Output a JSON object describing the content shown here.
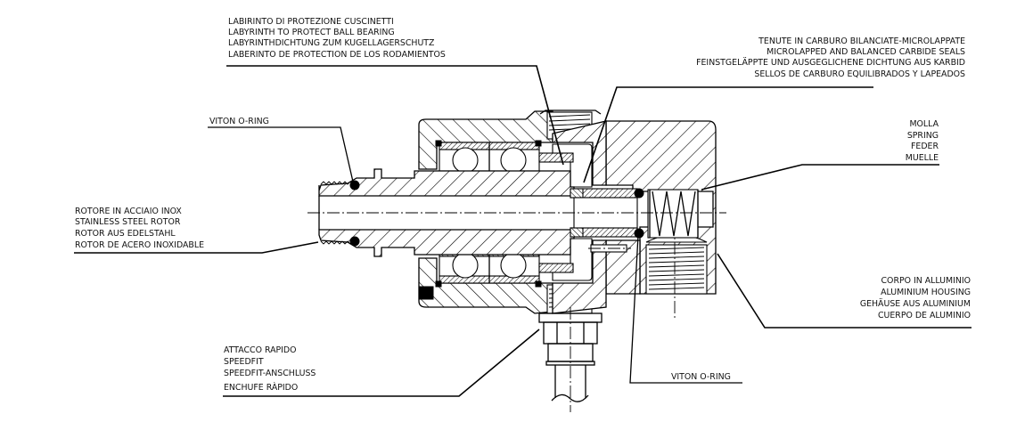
{
  "title": "Rotary union cross-section",
  "callouts": {
    "labyrinth": {
      "lines": [
        "LABIRINTO DI PROTEZIONE CUSCINETTI",
        "LABYRINTH TO PROTECT BALL BEARING",
        "LABYRINTHDICHTUNG ZUM KUGELLAGERSCHUTZ",
        "LABERINTO DE PROTECTION DE LOS RODAMIENTOS"
      ]
    },
    "carbide_seals": {
      "lines": [
        "TENUTE IN CARBURO BILANCIATE-MICROLAPPATE",
        "MICROLAPPED AND BALANCED CARBIDE SEALS",
        "FEINSTGELÄPPTE UND AUSGEGLICHENE DICHTUNG AUS KARBID",
        "SELLOS DE CARBURO EQUILIBRADOS Y LAPEADOS"
      ]
    },
    "viton_oring_left": {
      "lines": [
        "VITON O-RING"
      ]
    },
    "spring": {
      "lines": [
        "MOLLA",
        "SPRING",
        "FEDER",
        "MUELLE"
      ]
    },
    "rotor": {
      "lines": [
        "ROTORE IN ACCIAIO INOX",
        "STAINLESS STEEL ROTOR",
        "ROTOR AUS EDELSTAHL",
        "ROTOR DE ACERO INOXIDABLE"
      ]
    },
    "housing": {
      "lines": [
        "CORPO IN ALLUMINIO",
        "ALUMINIUM HOUSING",
        "GEHÄUSE AUS ALUMINIUM",
        "CUERPO DE ALUMINIO"
      ]
    },
    "speedfit": {
      "lines": [
        "ATTACCO RAPIDO",
        "SPEEDFIT",
        "SPEEDFIT-ANSCHLUSS",
        "ENCHUFE RÀPIDO"
      ]
    },
    "viton_oring_bottom": {
      "lines": [
        "VITON O-RING"
      ]
    }
  }
}
